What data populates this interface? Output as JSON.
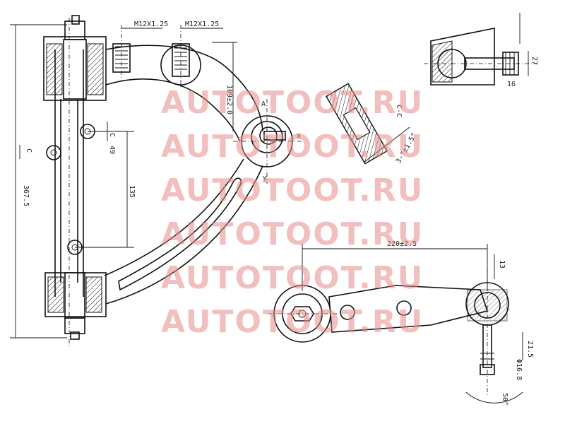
{
  "dimensions": {
    "thread_a": "M12X1.25",
    "thread_b": "M12X1.25",
    "overall_length": "367.5",
    "bolt_spacing": "135",
    "offset_c": "C",
    "offset_49": "49",
    "pitch_a": "109±2.0",
    "section_label": "C-C",
    "section_c_left": "C",
    "angle_label": "3-°±1.5°",
    "span": "220±2.5",
    "ball_dim_13": "13",
    "ball_dim_215": "21.5",
    "ball_dim_168": "Φ16.8",
    "ball_dim_27": "27",
    "ball_dim_16": "16",
    "angle_50": "50°",
    "view_a": "A",
    "view_y": "Y",
    "view_x": "X"
  },
  "watermark": {
    "lines": [
      "AUTOTOOT.RU",
      "AUTOTOOT.RU",
      "AUTOTOOT.RU",
      "AUTOTOOT.RU",
      "AUTOTOOT.RU",
      "AUTOTOOT.RU"
    ]
  }
}
